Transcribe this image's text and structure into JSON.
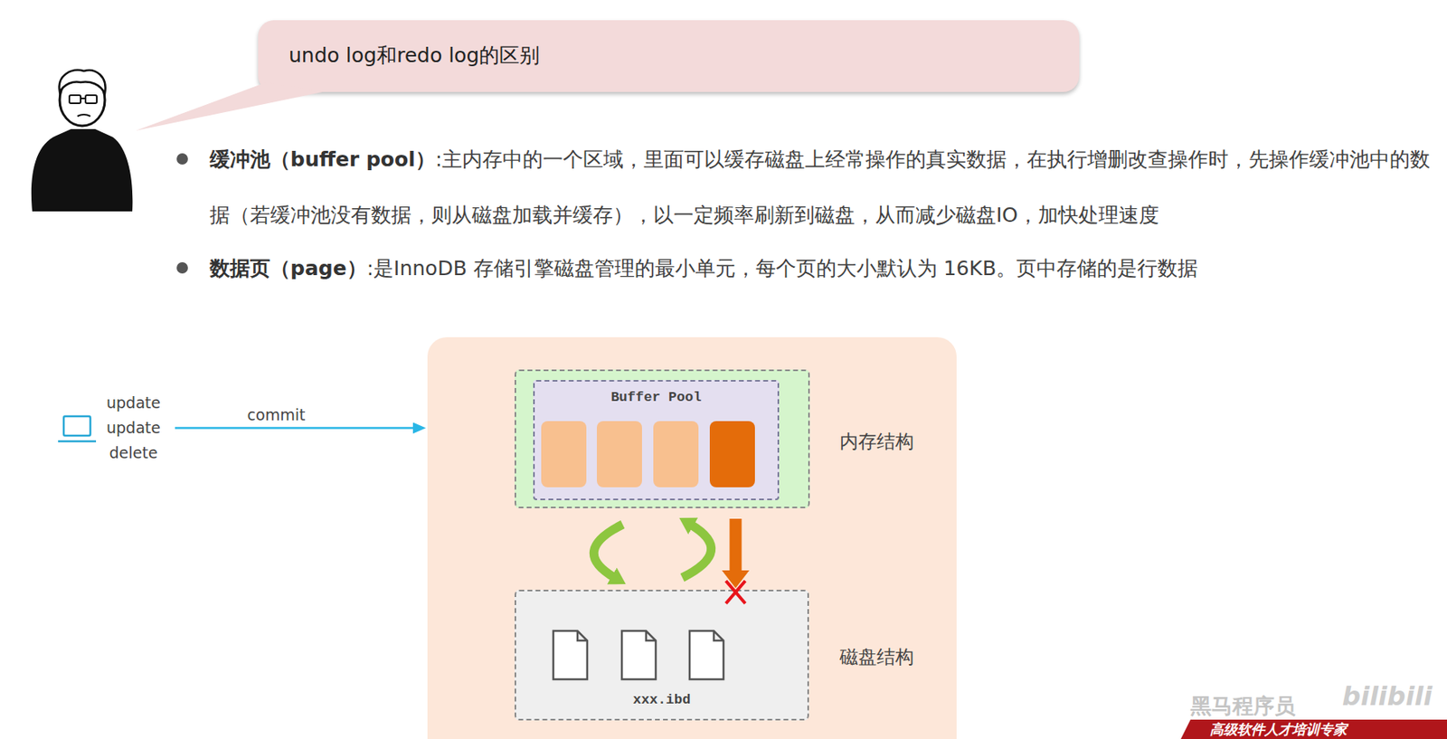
{
  "diagram": {
    "nodes": [
      {
        "text": [
          "undo log和redo log的区别"
        ]
      },
      {
        "text": [
          "update update delete"
        ]
      },
      {
        "text": []
      },
      {
        "text": [
          "内存结构"
        ],
        "in": 2
      },
      {
        "text": [
          "Buffer Pool"
        ],
        "in": 3
      },
      {
        "text": [
          "xxx.ibd",
          "磁盘结构"
        ],
        "in": 2
      }
    ],
    "edges": [
      {
        "from": 1,
        "to": 2,
        "label": "commit",
        "arrow": "to"
      },
      {
        "from": 3,
        "to": 5,
        "arrow": "to"
      }
    ],
    "labels": [
      "缓冲池（buffer pool）",
      ":主内存中的一个区域，里面可以缓存磁盘上经常操作的真实数据，在执行增删改查操作时，先操作缓冲池中的数据（若缓冲池没有数据，则从磁盘加载并缓存），以一定频率刷新到磁盘，从而减少磁盘IO，加快处理速度",
      "数据页（page）",
      ":是InnoDB 存储引擎磁盘管理的最小单元，每个页的大小默认为 16KB。页中存储的是行数据",
      "黑马程序员",
      "bilibili",
      "高级软件人才培训专家"
    ]
  }
}
